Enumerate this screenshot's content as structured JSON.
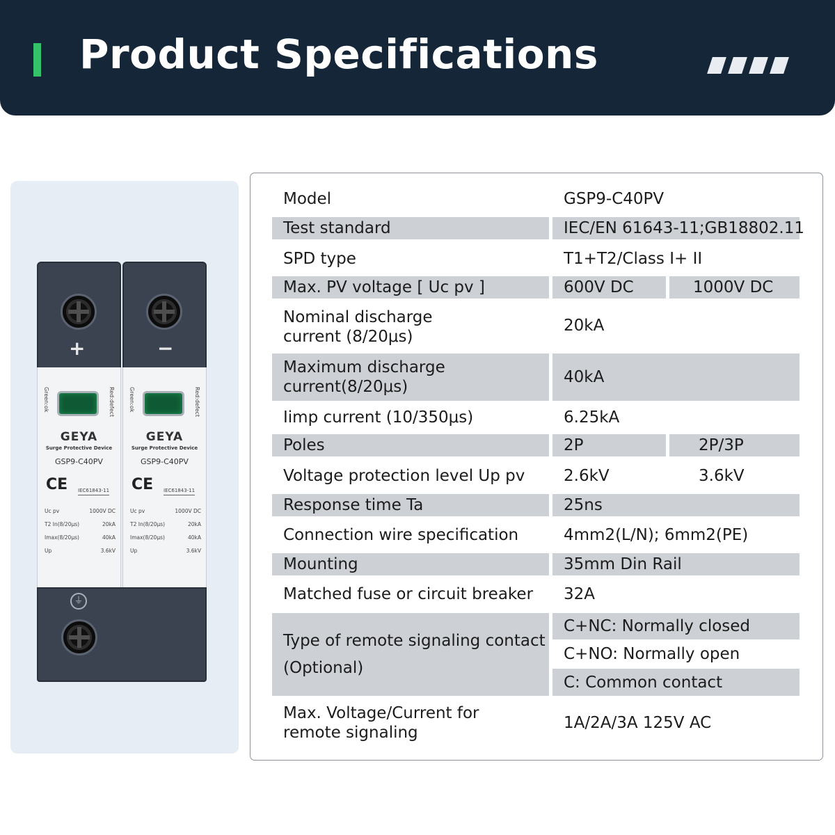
{
  "header": {
    "title": "Product Specifications"
  },
  "colors": {
    "header_bg": "#142638",
    "accent": "#34c26a",
    "row_shade": "#cdd0d5"
  },
  "product": {
    "brand": "GEYA",
    "subtitle": "Surge Protective Device",
    "model": "GSP9-C40PV",
    "ce": "CE",
    "standard": "IEC61843-11",
    "label_green": "Green:ok",
    "label_red": "Red:defect",
    "plus": "+",
    "minus": "−",
    "specs": [
      {
        "name": "Uc pv",
        "value": "1000V DC"
      },
      {
        "name": "T2 In(8/20μs)",
        "value": "20kA"
      },
      {
        "name": "Imax(8/20μs)",
        "value": "40kA"
      },
      {
        "name": "Up",
        "value": "3.6kV"
      }
    ]
  },
  "table": {
    "rows": [
      {
        "label": "Model",
        "value": "GSP9-C40PV"
      },
      {
        "label": "Test standard",
        "value": "IEC/EN 61643-11;GB18802.11"
      },
      {
        "label": "SPD type",
        "value": "T1+T2/Class I+ II"
      },
      {
        "label": "Max. PV voltage [ Uc pv ]",
        "value_a": "600V DC",
        "value_b": "1000V DC"
      },
      {
        "label_1": "Nominal discharge",
        "label_2": "current (8/20μs)",
        "value": "20kA"
      },
      {
        "label_1": "Maximum discharge",
        "label_2": "current(8/20μs)",
        "value": "40kA"
      },
      {
        "label": "Iimp current (10/350μs)",
        "value": "6.25kA"
      },
      {
        "label": "Poles",
        "value_a": "2P",
        "value_b": "2P/3P"
      },
      {
        "label": "Voltage protection level Up pv",
        "value_a": "2.6kV",
        "value_b": "3.6kV"
      },
      {
        "label": "Response time Ta",
        "value": "25ns"
      },
      {
        "label": "Connection wire specification",
        "value": "4mm2(L/N); 6mm2(PE)"
      },
      {
        "label": "Mounting",
        "value": "35mm Din Rail"
      },
      {
        "label": "Matched fuse or circuit breaker",
        "value": "32A"
      },
      {
        "label_1": "Type of remote signaling contact",
        "label_2": "(Optional)",
        "values": [
          "C+NC: Normally closed",
          "C+NO: Normally open",
          "C: Common contact"
        ]
      },
      {
        "label_1": "Max. Voltage/Current for",
        "label_2": "remote signaling",
        "value": "1A/2A/3A 125V AC"
      }
    ]
  }
}
